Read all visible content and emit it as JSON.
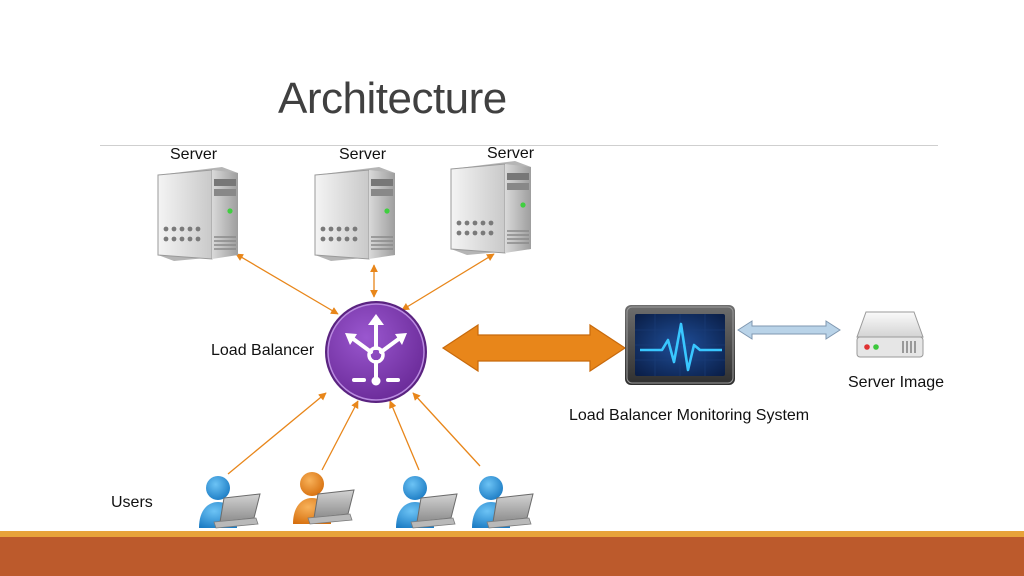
{
  "slide": {
    "title": "Architecture"
  },
  "labels": {
    "server_1": "Server",
    "server_2": "Server",
    "server_3": "Server",
    "load_balancer": "Load Balancer",
    "server_image": "Server Image",
    "monitoring_system": "Load Balancer Monitoring System",
    "users": "Users"
  },
  "icons": {
    "server": "server-tower-icon",
    "load_balancer": "load-balancer-icon",
    "monitor": "monitor-heartbeat-icon",
    "server_image": "hard-drive-icon",
    "user": "user-laptop-icon"
  },
  "colors": {
    "title": "#404040",
    "load_balancer": "#7030a0",
    "orange_arrow": "#e8861a",
    "blue_arrow": "#b9d3e8",
    "footer": "#bc5a2c",
    "footer_accent": "#e8a33a",
    "user_blue": "#2c8fd6",
    "user_orange": "#e8871c"
  }
}
